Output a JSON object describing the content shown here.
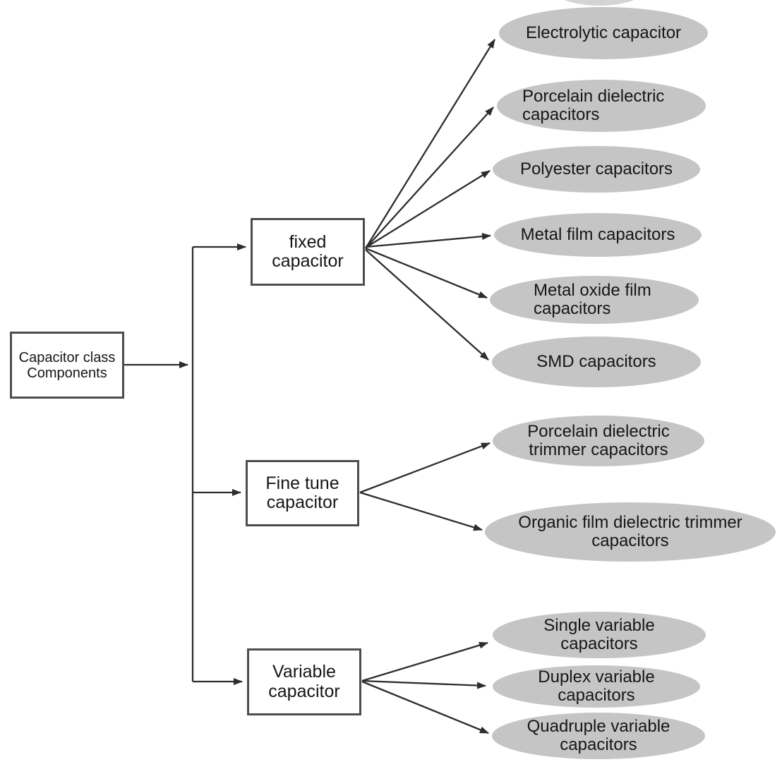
{
  "root": {
    "label": "Capacitor class\nComponents"
  },
  "categories": [
    {
      "label": "fixed\ncapacitor",
      "children": [
        "Electrolytic capacitor",
        "Porcelain dielectric\ncapacitors",
        "Polyester capacitors",
        "Metal film capacitors",
        "Metal oxide film\ncapacitors",
        "SMD capacitors"
      ]
    },
    {
      "label": "Fine tune\ncapacitor",
      "children": [
        "Porcelain dielectric\ntrimmer capacitors",
        "Organic film dielectric trimmer\ncapacitors"
      ]
    },
    {
      "label": "Variable\ncapacitor",
      "children": [
        "Single variable\ncapacitors",
        "Duplex variable\ncapacitors",
        "Quadruple variable\ncapacitors"
      ]
    }
  ],
  "colors": {
    "background": "#ffffff",
    "ellipse_fill": "#c5c5c5",
    "box_fill": "#ffffff",
    "box_border": "#4d4d4d",
    "line": "#2d2d2d",
    "text": "#161616"
  }
}
